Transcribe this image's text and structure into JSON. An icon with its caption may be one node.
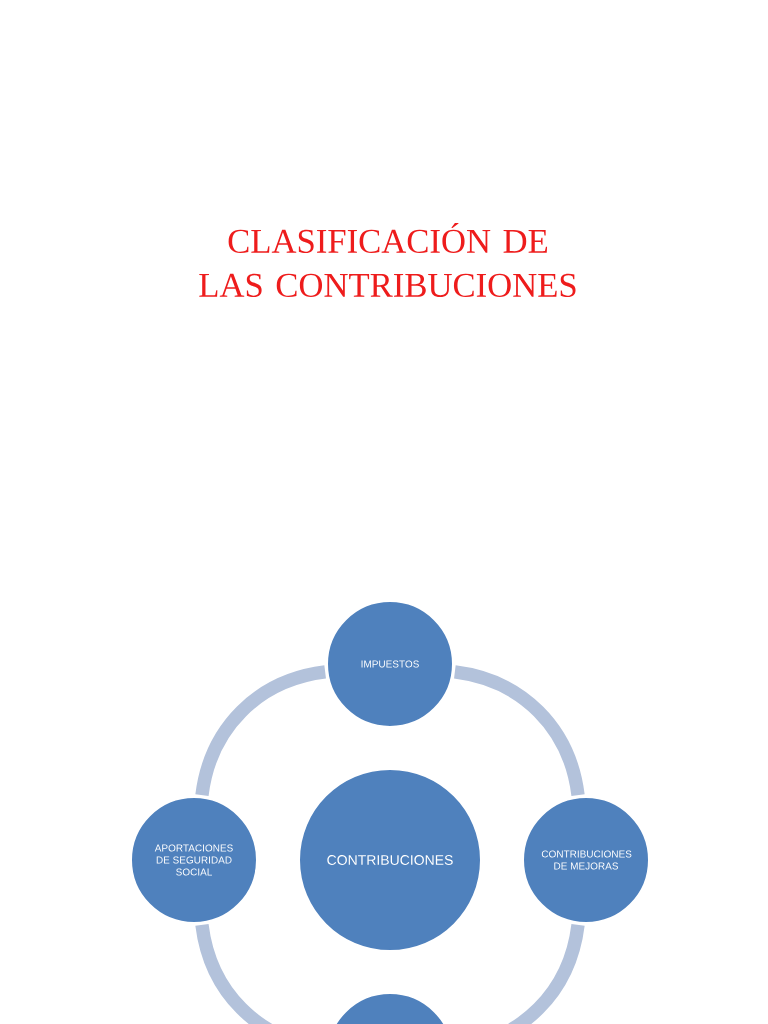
{
  "diagram": {
    "title": "CLASIFICACIÓN DE LAS CONTRIBUCIONES",
    "nodes": [
      {
        "text": [
          "IMPUESTOS"
        ]
      },
      {
        "text": [
          "APORTACIONES DE SEGURIDAD SOCIAL"
        ]
      },
      {
        "text": [
          "CONTRIBUCIONES"
        ]
      },
      {
        "text": [
          "CONTRIBUCIONES DE MEJORAS"
        ]
      },
      {
        "text": [],
        "shape": "circle"
      }
    ],
    "edges": [
      {
        "from": 0,
        "to": 3,
        "arrow": "none"
      },
      {
        "from": 3,
        "to": 4,
        "arrow": "none"
      },
      {
        "from": 4,
        "to": 1,
        "arrow": "none"
      },
      {
        "from": 1,
        "to": 0,
        "arrow": "none"
      }
    ]
  }
}
